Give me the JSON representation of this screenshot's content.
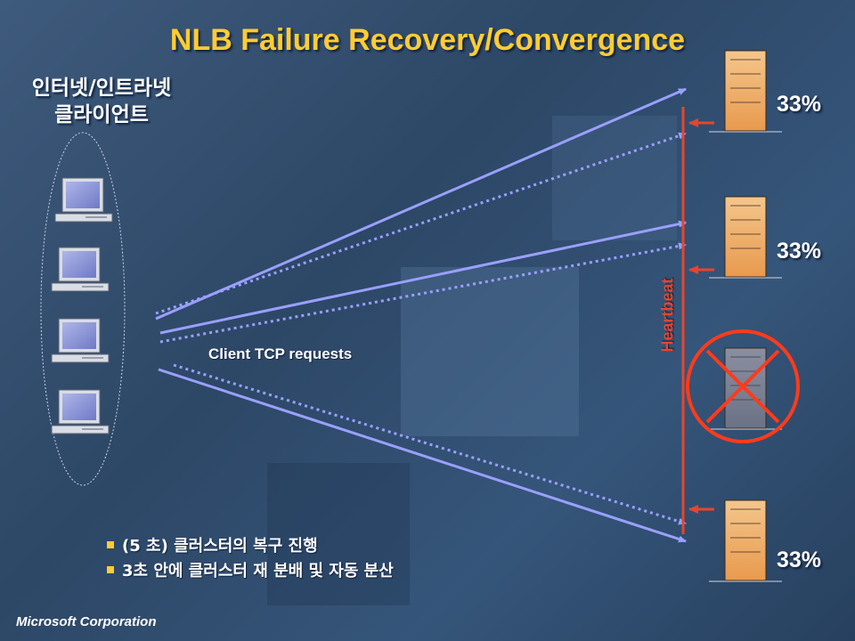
{
  "title": "NLB Failure Recovery/Convergence",
  "clients": {
    "label_line1": "인터넷/인트라넷",
    "label_line2": "클라이언트"
  },
  "servers": [
    {
      "load": "33%",
      "status": "active"
    },
    {
      "load": "33%",
      "status": "active"
    },
    {
      "load": "",
      "status": "failed"
    },
    {
      "load": "33%",
      "status": "active"
    }
  ],
  "tcp_label": "Client TCP requests",
  "heartbeat_label": "Heartbeat",
  "bullets": [
    "(5 초) 클러스터의 복구 진행",
    "3초 안에 클러스터 재 분배 및 자동 분산"
  ],
  "footer": "Microsoft Corporation",
  "colors": {
    "title": "#ffcc33",
    "request_line": "#9aa0ff",
    "heartbeat": "#e8452c",
    "failure": "#ff3b1a"
  }
}
